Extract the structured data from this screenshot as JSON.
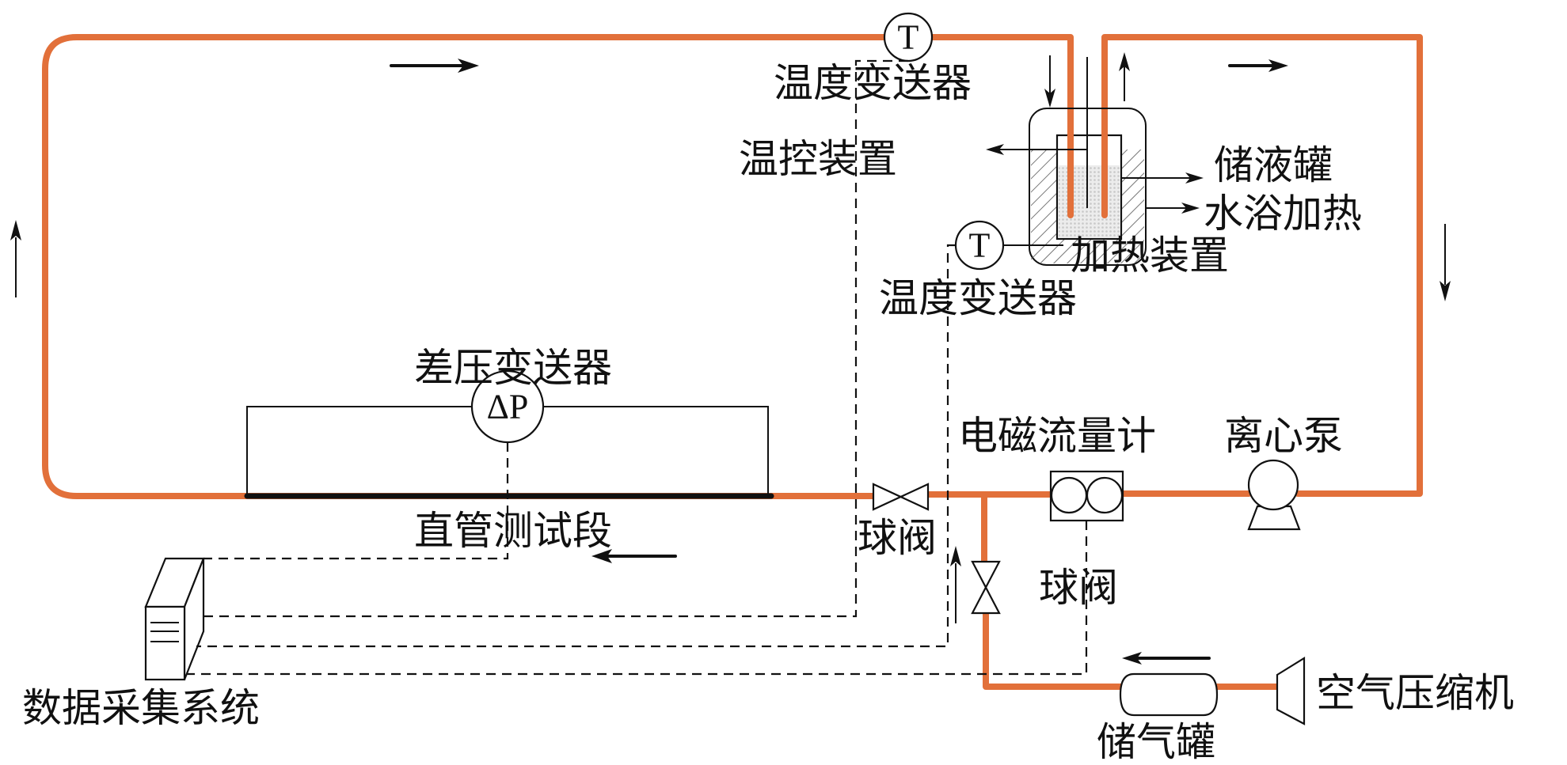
{
  "title": "Experimental loop schematic",
  "colors": {
    "pipe": "#E2703A",
    "line": "#111111",
    "liquid": "#d8d8d8"
  },
  "symbols": {
    "temperature_sensor": "T",
    "differential_pressure": "ΔP"
  },
  "labels": {
    "temp_transmitter_top": "温度变送器",
    "temp_control_device": "温控装置",
    "liquid_storage_tank": "储液罐",
    "water_bath_heating": "水浴加热",
    "heating_device": "加热装置",
    "temp_transmitter_mid": "温度变送器",
    "diff_pressure_transmitter": "差压变送器",
    "straight_pipe_test_section": "直管测试段",
    "ball_valve_main": "球阀",
    "electromagnetic_flowmeter": "电磁流量计",
    "centrifugal_pump": "离心泵",
    "ball_valve_branch": "球阀",
    "data_acquisition_system": "数据采集系统",
    "gas_storage_tank": "储气罐",
    "air_compressor": "空气压缩机"
  },
  "flow_arrows": [
    {
      "id": "top-left",
      "direction": "right"
    },
    {
      "id": "top-right",
      "direction": "right"
    },
    {
      "id": "right-side",
      "direction": "down"
    },
    {
      "id": "left-side",
      "direction": "up"
    },
    {
      "id": "bottom",
      "direction": "left"
    },
    {
      "id": "tank-inlet",
      "direction": "down"
    },
    {
      "id": "tank-outlet",
      "direction": "up"
    },
    {
      "id": "air-branch",
      "direction": "up"
    },
    {
      "id": "air-line",
      "direction": "left"
    }
  ]
}
